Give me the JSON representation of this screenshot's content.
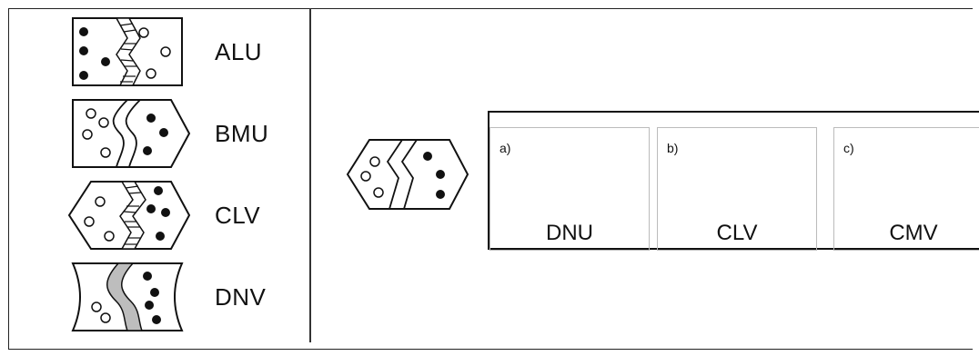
{
  "legend": [
    {
      "code": "ALU",
      "outline": "rectangle",
      "boundary": "hatched zigzag",
      "left_fill": "filled dots",
      "right_fill": "open dots"
    },
    {
      "code": "BMU",
      "outline": "pointed right",
      "boundary": "wavy line",
      "left_fill": "open dots",
      "right_fill": "filled dots"
    },
    {
      "code": "CLV",
      "outline": "hexagon",
      "boundary": "hatched zigzag",
      "left_fill": "open dots",
      "right_fill": "filled dots"
    },
    {
      "code": "DNV",
      "outline": "concave sides",
      "boundary": "gray wavy band",
      "left_fill": "open dots",
      "right_fill": "filled dots"
    }
  ],
  "question": {
    "outline": "hexagon",
    "boundary": "plain zigzag",
    "left_fill": "open dots",
    "right_fill": "filled dots"
  },
  "options": [
    {
      "letter": "a)",
      "code": "DNU"
    },
    {
      "letter": "b)",
      "code": "CLV"
    },
    {
      "letter": "c)",
      "code": "CMV"
    }
  ],
  "colors": {
    "line": "#111111",
    "band": "#bdbdbd",
    "background": "#ffffff"
  }
}
